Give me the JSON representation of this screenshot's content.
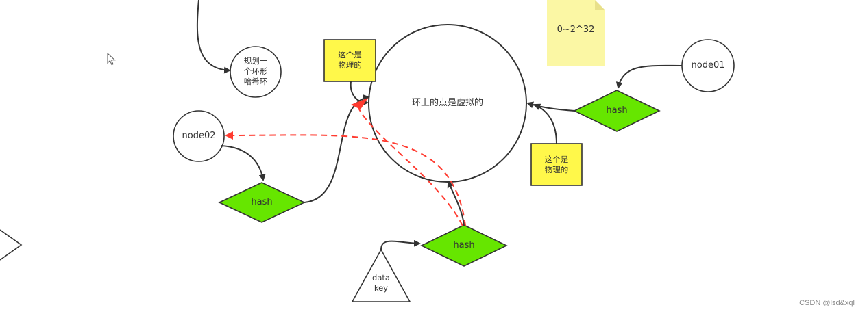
{
  "diagram": {
    "ring_label": "环上的点是虚拟的",
    "plan_label": [
      "规划一",
      "个环形",
      "哈希环"
    ],
    "range_note": "0~2^32",
    "physical_note_top": [
      "这个是",
      "物理的"
    ],
    "physical_note_right": [
      "这个是",
      "物理的"
    ],
    "node01": "node01",
    "node02": "node02",
    "hash_right": "hash",
    "hash_left": "hash",
    "hash_bottom": "hash",
    "data_key": [
      "data",
      "key"
    ]
  },
  "watermark": "CSDN @lsd&xql",
  "colors": {
    "hash_fill": "#66e600",
    "note_fill": "#fff84a",
    "sticky_fill": "#fbf7a4",
    "dashed_arrow": "#ff3b30",
    "stroke": "#333333"
  }
}
